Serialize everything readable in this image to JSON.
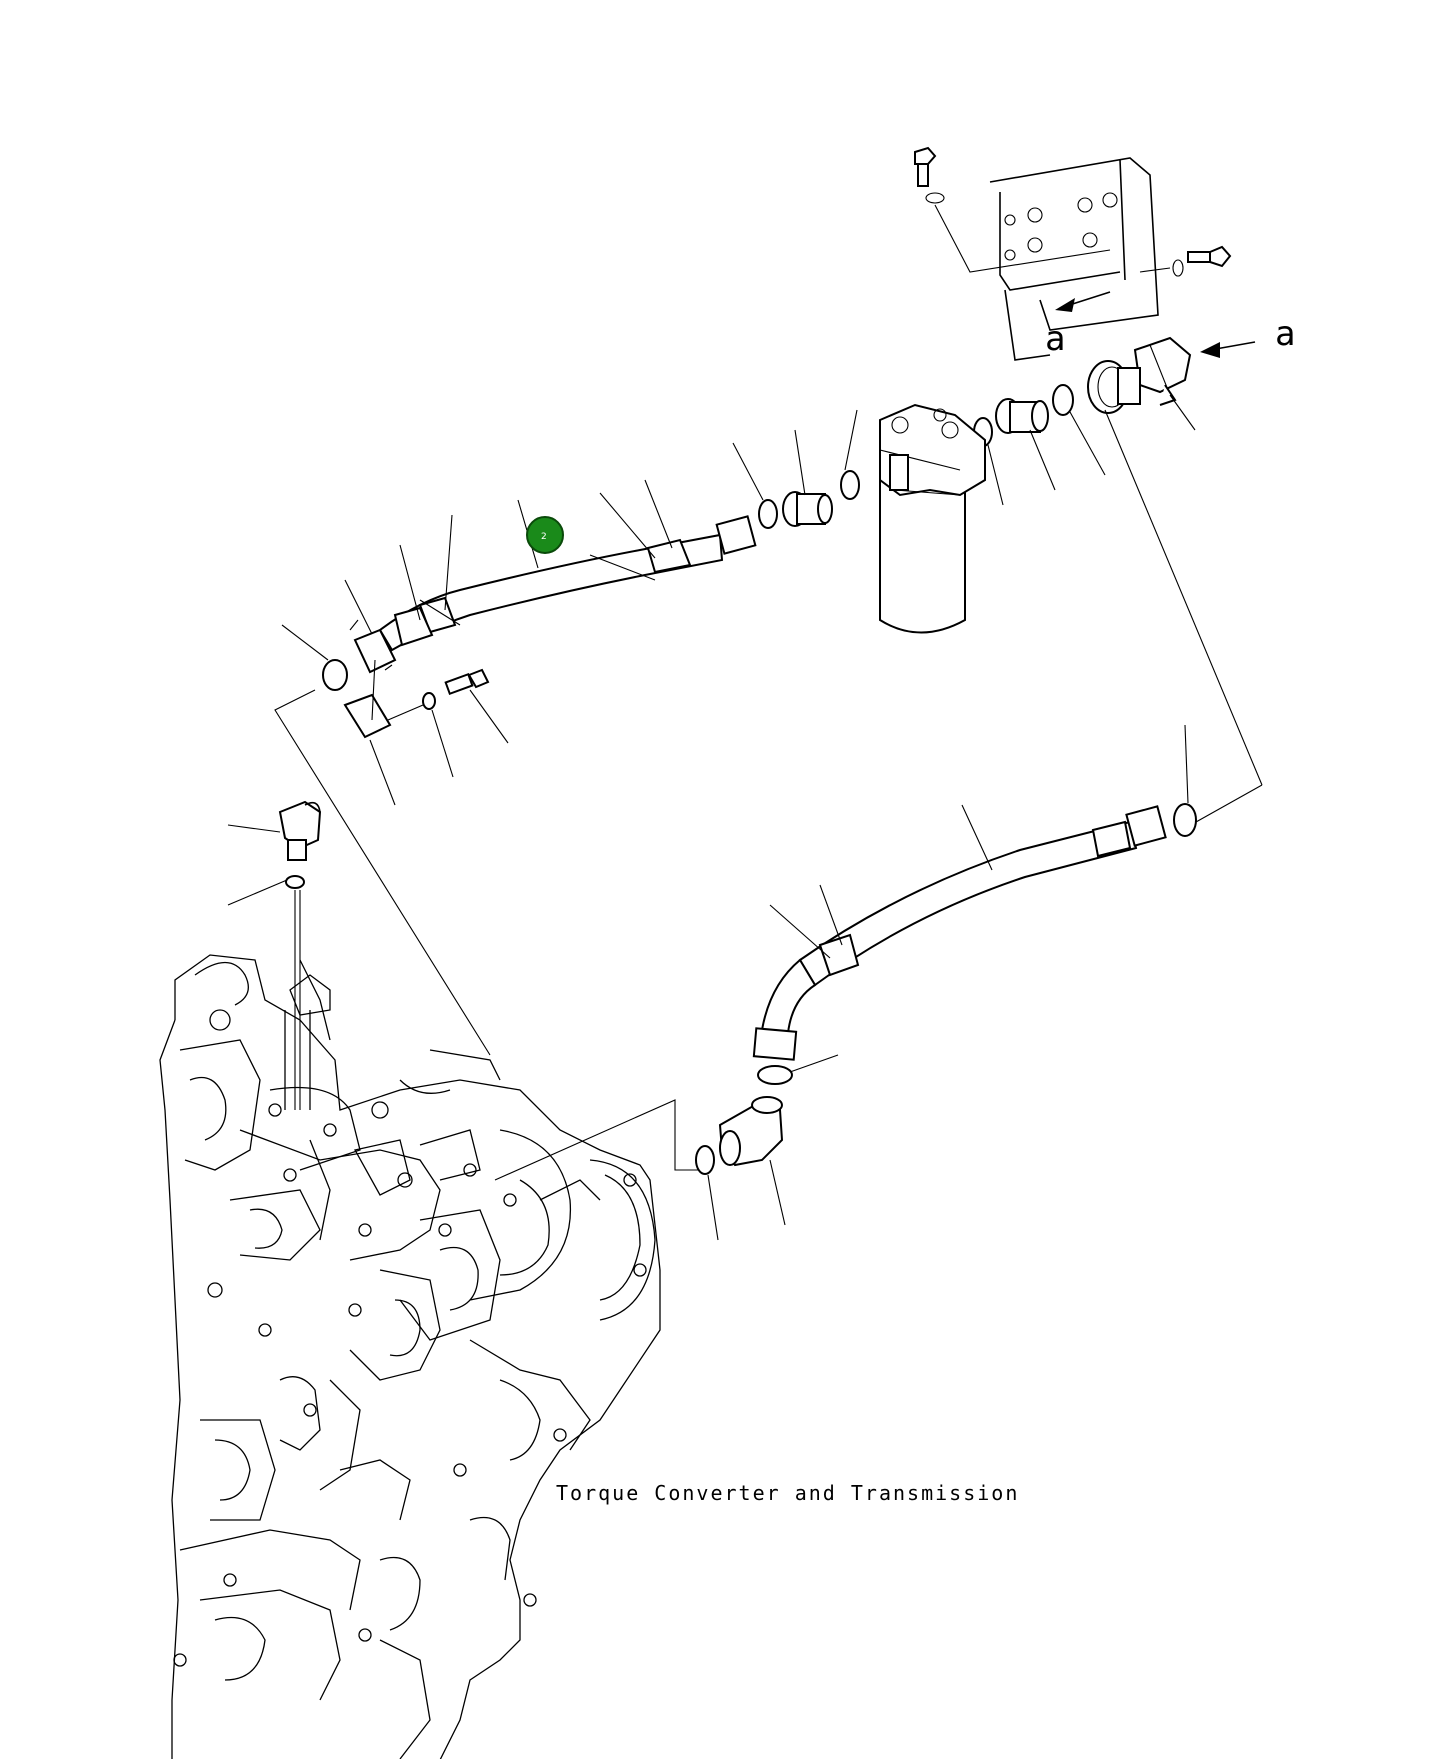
{
  "diagram": {
    "caption": "Torque Converter and Transmission",
    "view_marker_left": "a",
    "view_marker_right": "a",
    "callout_highlight": "2",
    "colors": {
      "line": "#000000",
      "background": "#ffffff",
      "highlight": "#1a8a1a"
    }
  }
}
